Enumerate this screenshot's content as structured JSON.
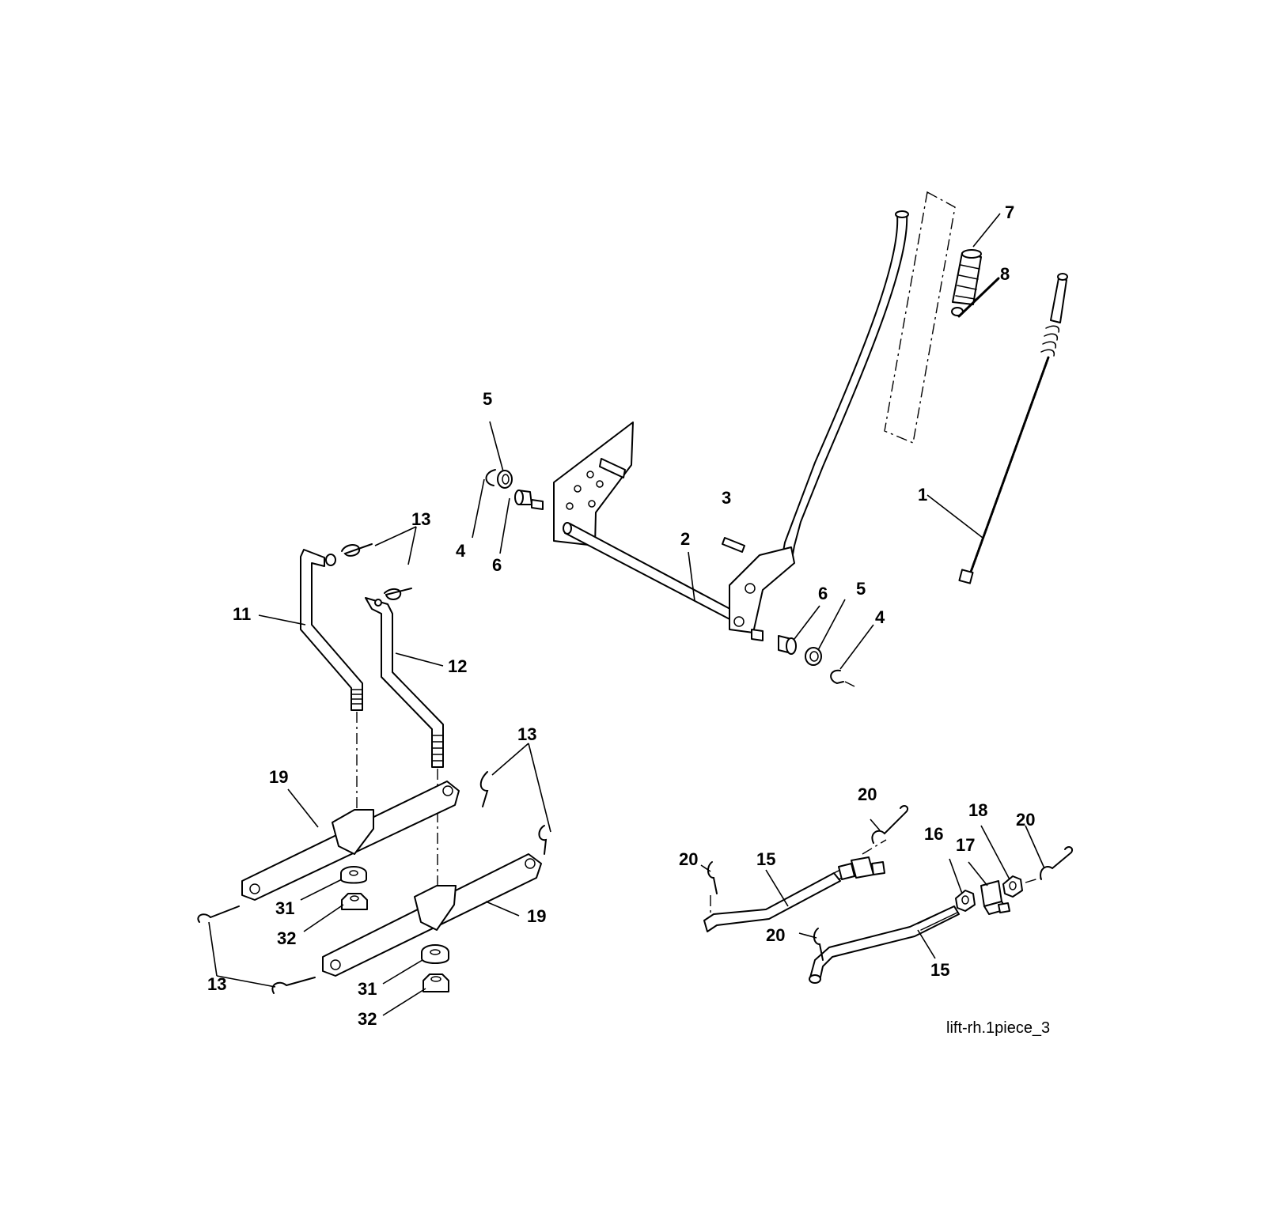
{
  "figure": {
    "caption": "lift-rh.1piece_3"
  },
  "callouts": [
    {
      "part": "1"
    },
    {
      "part": "2"
    },
    {
      "part": "3"
    },
    {
      "part": "4"
    },
    {
      "part": "4"
    },
    {
      "part": "5"
    },
    {
      "part": "5"
    },
    {
      "part": "6"
    },
    {
      "part": "6"
    },
    {
      "part": "7"
    },
    {
      "part": "8"
    },
    {
      "part": "11"
    },
    {
      "part": "12"
    },
    {
      "part": "13"
    },
    {
      "part": "13"
    },
    {
      "part": "13"
    },
    {
      "part": "15"
    },
    {
      "part": "15"
    },
    {
      "part": "16"
    },
    {
      "part": "17"
    },
    {
      "part": "18"
    },
    {
      "part": "19"
    },
    {
      "part": "19"
    },
    {
      "part": "20"
    },
    {
      "part": "20"
    },
    {
      "part": "20"
    },
    {
      "part": "20"
    },
    {
      "part": "31"
    },
    {
      "part": "31"
    },
    {
      "part": "32"
    },
    {
      "part": "32"
    }
  ]
}
